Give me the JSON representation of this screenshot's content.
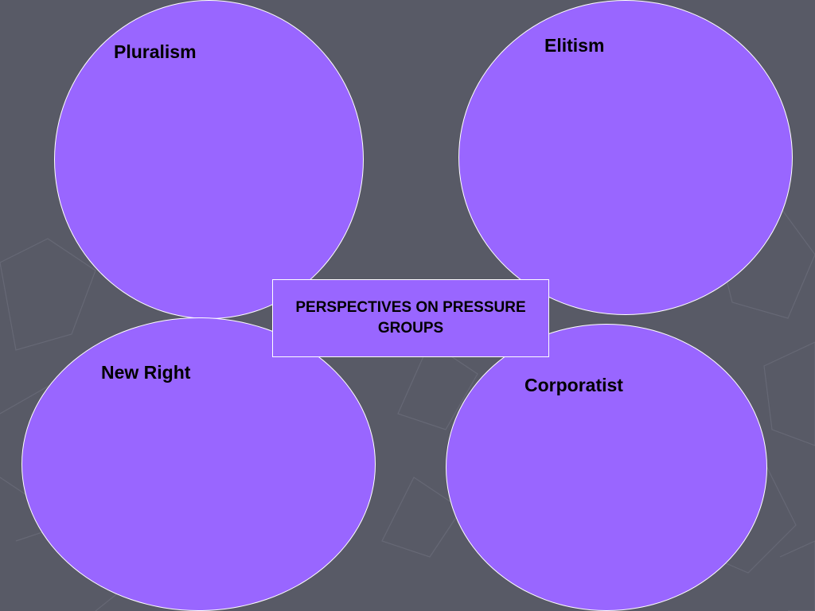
{
  "colors": {
    "background": "#585a66",
    "circle_fill": "#9966ff",
    "outline": "#ffffff",
    "text": "#000000"
  },
  "center": {
    "title_line1": "PERSPECTIVES ON PRESSURE",
    "title_line2": "GROUPS"
  },
  "perspectives": [
    {
      "label": "Pluralism"
    },
    {
      "label": "Elitism"
    },
    {
      "label": "New Right"
    },
    {
      "label": "Corporatist"
    }
  ]
}
